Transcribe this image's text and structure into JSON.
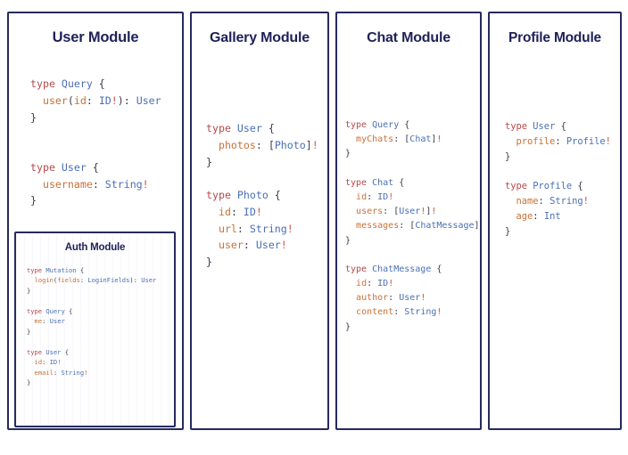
{
  "palette": {
    "border": "#262a5e",
    "title": "#1f2158",
    "keyword": "#b5494a",
    "type_name": "#4a6fb5",
    "field_name": "#c87137",
    "bang": "#cf4f3f",
    "punctuation": "#3a3a4a",
    "card_background": "#ffffff",
    "page_background": "#ffffff"
  },
  "modules": {
    "user": {
      "title": "User Module",
      "schema": "type Query {\n  user(id: ID!): User\n}\n\n\ntype User {\n  username: String!\n}",
      "types": [
        {
          "keyword": "type",
          "name": "Query",
          "fields": [
            {
              "name": "user",
              "args": [
                {
                  "name": "id",
                  "type": "ID!"
                }
              ],
              "type": "User"
            }
          ]
        },
        {
          "keyword": "type",
          "name": "User",
          "fields": [
            {
              "name": "username",
              "args": [],
              "type": "String!"
            }
          ]
        }
      ]
    },
    "auth": {
      "title": "Auth Module",
      "schema": "type Mutation {\n  login(fields: LoginFields): User\n}\n\ntype Query {\n  me: User\n}\n\ntype User {\n  id: ID!\n  email: String!\n}",
      "types": [
        {
          "keyword": "type",
          "name": "Mutation",
          "fields": [
            {
              "name": "login",
              "args": [
                {
                  "name": "fields",
                  "type": "LoginFields"
                }
              ],
              "type": "User"
            }
          ]
        },
        {
          "keyword": "type",
          "name": "Query",
          "fields": [
            {
              "name": "me",
              "args": [],
              "type": "User"
            }
          ]
        },
        {
          "keyword": "type",
          "name": "User",
          "fields": [
            {
              "name": "id",
              "args": [],
              "type": "ID!"
            },
            {
              "name": "email",
              "args": [],
              "type": "String!"
            }
          ]
        }
      ]
    },
    "gallery": {
      "title": "Gallery Module",
      "schema": "type User {\n  photos: [Photo]!\n}\n\ntype Photo {\n  id: ID!\n  url: String!\n  user: User!\n}",
      "types": [
        {
          "keyword": "type",
          "name": "User",
          "fields": [
            {
              "name": "photos",
              "args": [],
              "type": "[Photo]!"
            }
          ]
        },
        {
          "keyword": "type",
          "name": "Photo",
          "fields": [
            {
              "name": "id",
              "args": [],
              "type": "ID!"
            },
            {
              "name": "url",
              "args": [],
              "type": "String!"
            },
            {
              "name": "user",
              "args": [],
              "type": "User!"
            }
          ]
        }
      ]
    },
    "chat": {
      "title": "Chat Module",
      "schema": "type Query {\n  myChats: [Chat]!\n}\n\ntype Chat {\n  id: ID!\n  users: [User!]!\n  messages: [ChatMessage]!\n}\n\ntype ChatMessage {\n  id: ID!\n  author: User!\n  content: String!\n}",
      "types": [
        {
          "keyword": "type",
          "name": "Query",
          "fields": [
            {
              "name": "myChats",
              "args": [],
              "type": "[Chat]!"
            }
          ]
        },
        {
          "keyword": "type",
          "name": "Chat",
          "fields": [
            {
              "name": "id",
              "args": [],
              "type": "ID!"
            },
            {
              "name": "users",
              "args": [],
              "type": "[User!]!"
            },
            {
              "name": "messages",
              "args": [],
              "type": "[ChatMessage]!"
            }
          ]
        },
        {
          "keyword": "type",
          "name": "ChatMessage",
          "fields": [
            {
              "name": "id",
              "args": [],
              "type": "ID!"
            },
            {
              "name": "author",
              "args": [],
              "type": "User!"
            },
            {
              "name": "content",
              "args": [],
              "type": "String!"
            }
          ]
        }
      ]
    },
    "profile": {
      "title": "Profile Module",
      "schema": "type User {\n  profile: Profile!\n}\n\ntype Profile {\n  name: String!\n  age: Int\n}",
      "types": [
        {
          "keyword": "type",
          "name": "User",
          "fields": [
            {
              "name": "profile",
              "args": [],
              "type": "Profile!"
            }
          ]
        },
        {
          "keyword": "type",
          "name": "Profile",
          "fields": [
            {
              "name": "name",
              "args": [],
              "type": "String!"
            },
            {
              "name": "age",
              "args": [],
              "type": "Int"
            }
          ]
        }
      ]
    }
  }
}
